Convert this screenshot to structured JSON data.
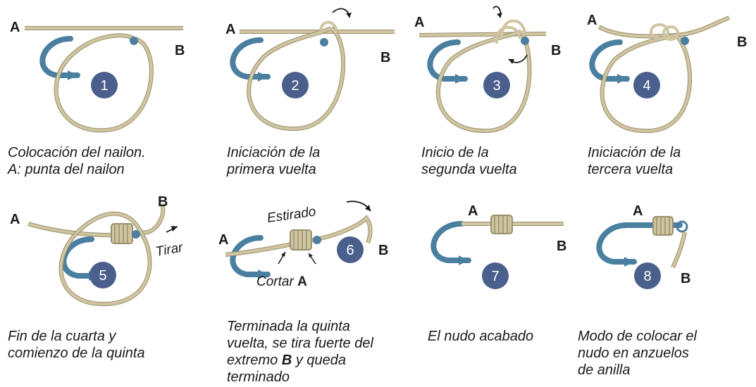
{
  "steps": [
    {
      "number": "1",
      "caption": [
        "Colocación del nailon.",
        "A: punta del nailon"
      ]
    },
    {
      "number": "2",
      "caption": [
        "Iniciación de la",
        "primera vuelta"
      ]
    },
    {
      "number": "3",
      "caption": [
        "Inicio de la",
        "segunda vuelta"
      ]
    },
    {
      "number": "4",
      "caption": [
        "Iniciación de la",
        "tercera vuelta"
      ]
    },
    {
      "number": "5",
      "caption": [
        "Fin de la cuarta y",
        "comienzo de la quinta"
      ]
    },
    {
      "number": "6",
      "caption_lines": [
        {
          "pre": "Terminada la quinta",
          "bold": "",
          "post": ""
        },
        {
          "pre": "vuelta, se tira fuerte del",
          "bold": "",
          "post": ""
        },
        {
          "pre": "extremo ",
          "bold": "B",
          "post": " y queda"
        },
        {
          "pre": "terminado",
          "bold": "",
          "post": ""
        }
      ]
    },
    {
      "number": "7",
      "caption": [
        "El nudo acabado"
      ]
    },
    {
      "number": "8",
      "caption": [
        "Modo de colocar el",
        "nudo en anzuelos",
        "de anilla"
      ]
    }
  ],
  "labels": {
    "a": "A",
    "b": "B"
  },
  "annotations": {
    "tirar": "Tirar",
    "estirado": "Estirado",
    "cortar": "Cortar ",
    "cortar_bold": "A"
  },
  "colors": {
    "line": "#cfc5a0",
    "line_shadow": "#9a8f6c",
    "hook": "#4a7fa0",
    "badge": "#4b5f8c",
    "text": "#1a1a1a"
  }
}
